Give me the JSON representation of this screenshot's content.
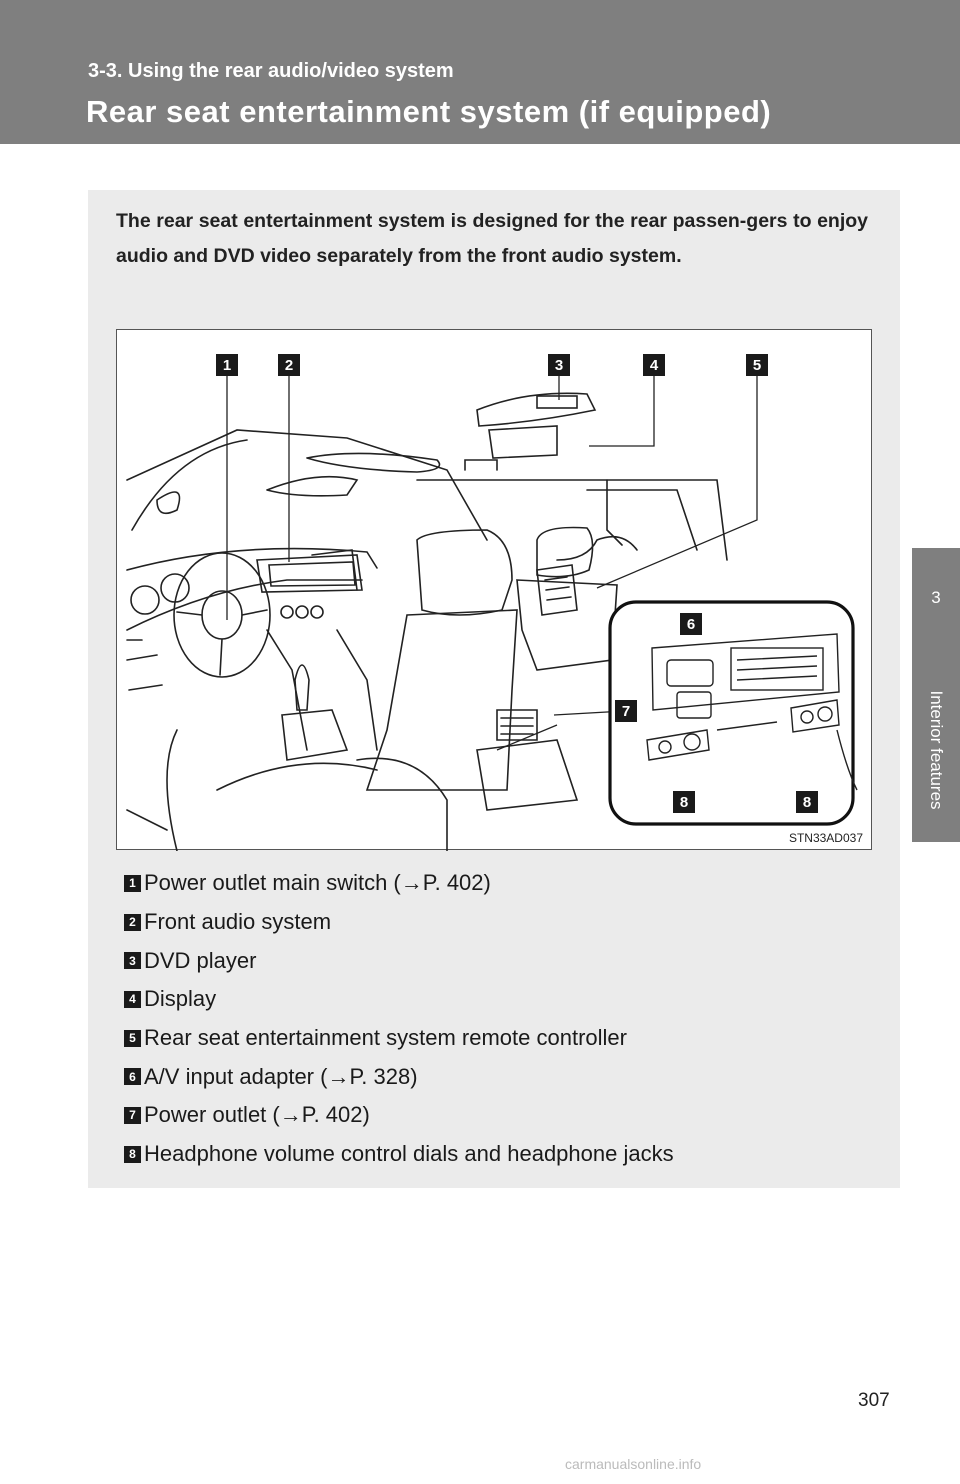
{
  "header": {
    "section": "3-3. Using the rear audio/video system",
    "title": "Rear seat entertainment system (if equipped)"
  },
  "side_tab": {
    "number": "3",
    "label": "Interior features"
  },
  "intro": "The rear seat entertainment system is designed for the rear passen-gers to enjoy audio and DVD video separately from the front audio system.",
  "figure": {
    "id": "STN33AD037",
    "callouts": [
      "1",
      "2",
      "3",
      "4",
      "5",
      "6",
      "7",
      "8",
      "8"
    ]
  },
  "items": [
    {
      "num": "1",
      "text": "Power outlet main switch (→P. 402)"
    },
    {
      "num": "2",
      "text": "Front audio system"
    },
    {
      "num": "3",
      "text": "DVD player"
    },
    {
      "num": "4",
      "text": "Display"
    },
    {
      "num": "5",
      "text": "Rear seat entertainment system remote controller"
    },
    {
      "num": "6",
      "text": "A/V input adapter (→P. 328)"
    },
    {
      "num": "7",
      "text": "Power outlet (→P. 402)"
    },
    {
      "num": "8",
      "text": "Headphone volume control dials and headphone jacks"
    }
  ],
  "page_number": "307",
  "watermark": "carmanualsonline.info"
}
